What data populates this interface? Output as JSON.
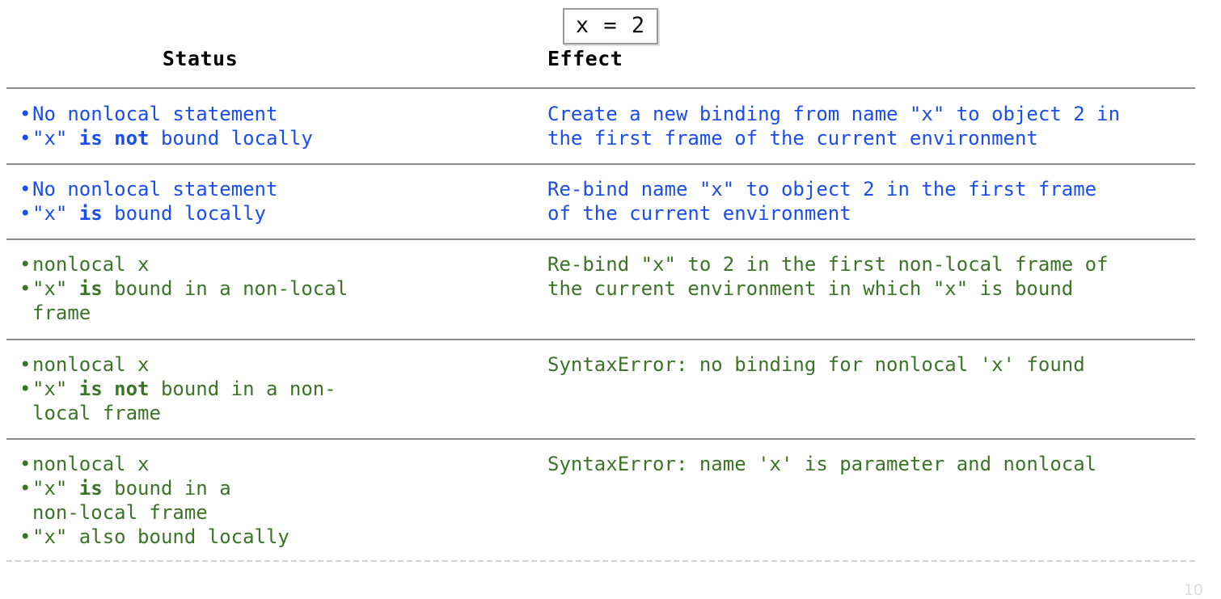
{
  "slide": {
    "code_box": "x = 2",
    "page_number": "10"
  },
  "colors": {
    "blue": "#1a4df0",
    "green": "#3b7427",
    "divider": "#8c8c8c",
    "header_text": "#000000"
  },
  "table": {
    "headers": {
      "status": "Status",
      "effect": "Effect"
    },
    "rows": [
      {
        "color": "blue",
        "status_items": [
          {
            "prefix": "No nonlocal statement",
            "bold": "",
            "suffix": ""
          },
          {
            "prefix": "\"x\" ",
            "bold": "is not",
            "suffix": " bound locally"
          }
        ],
        "effect": "Create a new binding from name \"x\" to object 2 in\nthe first frame of the current environment"
      },
      {
        "color": "blue",
        "status_items": [
          {
            "prefix": "No nonlocal statement",
            "bold": "",
            "suffix": ""
          },
          {
            "prefix": "\"x\" ",
            "bold": "is",
            "suffix": " bound locally"
          }
        ],
        "effect": "Re-bind name \"x\" to object 2 in the first frame\nof the current environment"
      },
      {
        "color": "green",
        "status_items": [
          {
            "prefix": "nonlocal x",
            "bold": "",
            "suffix": ""
          },
          {
            "prefix": "\"x\" ",
            "bold": "is",
            "suffix": " bound in a non-local\nframe"
          }
        ],
        "effect": "Re-bind \"x\" to 2 in the first non-local frame of\nthe current environment in which \"x\" is bound"
      },
      {
        "color": "green",
        "status_items": [
          {
            "prefix": "nonlocal x",
            "bold": "",
            "suffix": ""
          },
          {
            "prefix": "\"x\" ",
            "bold": "is not",
            "suffix": " bound in a non-\nlocal frame"
          }
        ],
        "effect": "SyntaxError: no binding for nonlocal 'x' found"
      },
      {
        "color": "green",
        "status_items": [
          {
            "prefix": "nonlocal x",
            "bold": "",
            "suffix": ""
          },
          {
            "prefix": "\"x\" ",
            "bold": "is",
            "suffix": " bound in a\nnon-local frame"
          },
          {
            "prefix": "\"x\" also bound locally",
            "bold": "",
            "suffix": ""
          }
        ],
        "effect": "SyntaxError: name 'x' is parameter and nonlocal"
      }
    ]
  }
}
